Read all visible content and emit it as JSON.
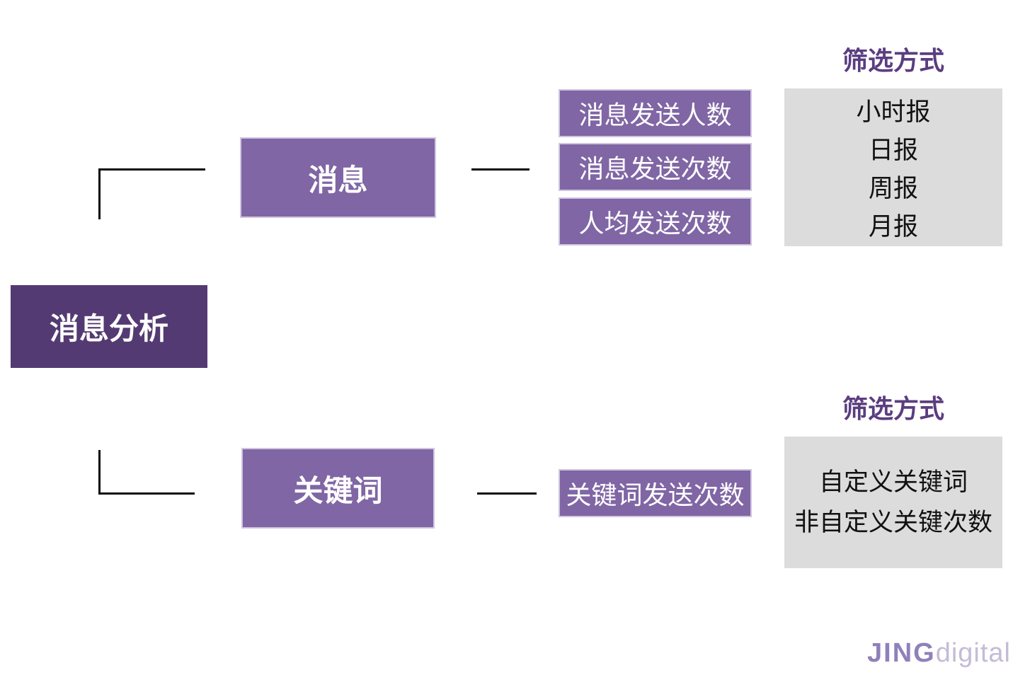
{
  "root": {
    "label": "消息分析"
  },
  "branches": [
    {
      "label": "消息",
      "metrics": [
        "消息发送人数",
        "消息发送次数",
        "人均发送次数"
      ],
      "filter": {
        "title": "筛选方式",
        "options": [
          "小时报",
          "日报",
          "周报",
          "月报"
        ]
      }
    },
    {
      "label": "关键词",
      "metrics": [
        "关键词发送次数"
      ],
      "filter": {
        "title": "筛选方式",
        "options": [
          "自定义关键词",
          "非自定义关键次数"
        ]
      }
    }
  ],
  "logo": {
    "brand": "JING",
    "suffix": "digital"
  },
  "colors": {
    "background": "#ffffff",
    "root_box": "#543a72",
    "branch_box": "#8066a4",
    "box_border": "#cfc5e0",
    "box_text": "#ffffff",
    "panel_bg": "#dcdcdc",
    "header_text": "#5b3d80",
    "option_text": "#111111",
    "line": "#0b0b0b",
    "logo_brand": "#9080ba",
    "logo_suffix": "#c4bcd6"
  }
}
